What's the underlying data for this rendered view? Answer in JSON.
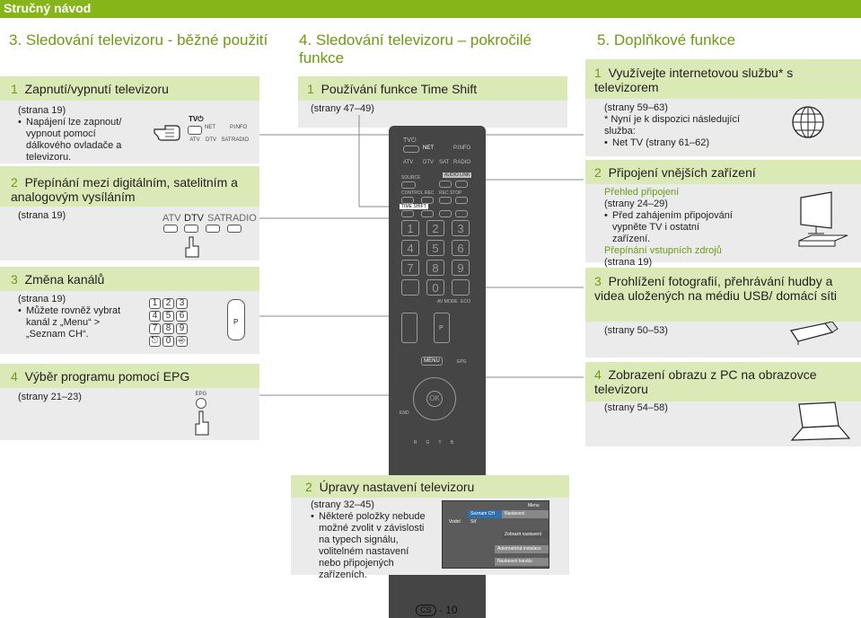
{
  "header": {
    "title": "Stručný návod"
  },
  "col1": {
    "title": "3. Sledování televizoru - běžné použití",
    "s1": {
      "num": "1",
      "title": "Zapnutí/vypnutí televizoru",
      "ref": "(strana 19)",
      "bullet": "Napájení lze zapnout/ vypnout pomocí dálkového ovladače a televizoru.",
      "keys": {
        "tv": "TV⏻",
        "net": "NET",
        "p_info": "P.INFO",
        "atv": "ATV",
        "dtv": "DTV",
        "sat": "SAT",
        "radio": "RADIO"
      }
    },
    "s2": {
      "num": "2",
      "title": "Přepínání mezi digitálním, satelitním a analogovým vysíláním",
      "ref": "(strana 19)",
      "keys": [
        "ATV",
        "DTV",
        "SAT",
        "RADIO"
      ]
    },
    "s3": {
      "num": "3",
      "title": "Změna kanálů",
      "ref": "(strana 19)",
      "bullet": "Můžete rovněž vybrat kanál z „Menu“ > „Seznam CH“.",
      "numpad": [
        "1",
        "2",
        "3",
        "4",
        "5",
        "6",
        "7",
        "8",
        "9",
        "⎋",
        "0",
        "⎆"
      ],
      "p_label": "P"
    },
    "s4": {
      "num": "4",
      "title": "Výběr programu pomocí EPG",
      "ref": "(strany 21–23)",
      "epg_label": "EPG"
    }
  },
  "col2": {
    "title": "4. Sledování televizoru – pokročilé funkce",
    "s1": {
      "num": "1",
      "title": "Používání funkce Time Shift",
      "ref": "(strany 47–49)"
    }
  },
  "col3": {
    "title": "5. Doplňkové funkce",
    "s1": {
      "num": "1",
      "title": "Využívejte internetovou službu* s televizorem",
      "ref": "(strany 59–63)",
      "note": "* Nyní je k dispozici následující služba:",
      "bullet": "Net TV (strany 61–62)"
    },
    "s2": {
      "num": "2",
      "title": "Připojení vnějších zařízení",
      "sub1": "Přehled připojení",
      "ref1": "(strany 24–29)",
      "bullet": "Před zahájením připojování vypněte TV i ostatní zařízení.",
      "sub2": "Přepínání vstupních zdrojů",
      "ref2": "(strana 19)"
    },
    "s3": {
      "num": "3",
      "title": "Prohlížení fotografií, přehrávání hudby a videa uložených na médiu USB/ domácí síti",
      "ref": "(strany 50–53)"
    },
    "s4": {
      "num": "4",
      "title": "Zobrazení obrazu z PC na obrazovce televizoru",
      "ref": "(strany 54–58)"
    }
  },
  "bottom": {
    "num": "2",
    "title": "Úpravy nastavení televizoru",
    "ref": "(strany 32–45)",
    "bullet": "Některé položky nebude možné zvolit v závislosti na typech signálu, volitelném nastavení nebo připojených zařízeních.",
    "menu_ui": {
      "title": "Menu",
      "items": [
        "Seznam CH",
        "Nastavení",
        "Zobrazit nastavení",
        "Automatická instalace",
        "Nastavení kanálu"
      ],
      "toggle_left": "Vodní",
      "toggle_right": "Síť"
    }
  },
  "remote": {
    "tv": "TV⏻",
    "net": "NET",
    "p_info": "P.INFO",
    "atv": "ATV",
    "dtv": "DTV",
    "sat": "SAT",
    "radio": "RADIO",
    "source": "SOURCE",
    "control": "CONTROL",
    "rec": "REC",
    "rec_stop": "REC STOP",
    "audio_link": "AUDIO LINK",
    "time_shift": "TIME SHIFT",
    "digits": [
      "1",
      "2",
      "3",
      "4",
      "5",
      "6",
      "7",
      "8",
      "9",
      "",
      "0",
      ""
    ],
    "av_mode": "AV MODE",
    "eco": "ECO",
    "p": "P",
    "menu": "MENU",
    "epg": "EPG",
    "ok": "OK",
    "end": "END",
    "colors": [
      "R",
      "G",
      "Y",
      "B"
    ]
  },
  "footer": {
    "lang": "CS",
    "page": "- 10"
  },
  "colors": {
    "accent": "#6d9a13",
    "bar": "#dbe9b7",
    "header": "#86b51a",
    "card": "#ebebeb"
  }
}
